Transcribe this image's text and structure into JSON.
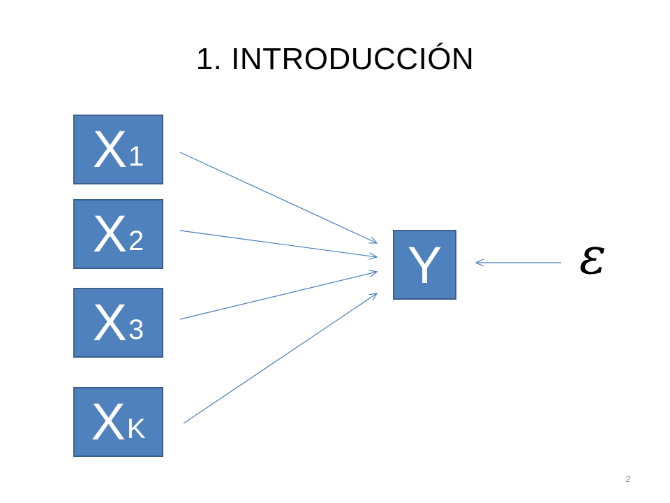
{
  "title": "1. INTRODUCCIÓN",
  "colors": {
    "box_fill": "#4f81bd",
    "box_border": "#3a5f8b",
    "box_text": "#ffffff",
    "arrow": "#4a7ebb"
  },
  "inputs": [
    {
      "main": "X",
      "sub": "1"
    },
    {
      "main": "X",
      "sub": "2"
    },
    {
      "main": "X",
      "sub": "3"
    },
    {
      "main": "X",
      "sub": "K"
    }
  ],
  "output": {
    "label": "Y"
  },
  "error_term": {
    "symbol": "ε"
  },
  "page_number": "2"
}
